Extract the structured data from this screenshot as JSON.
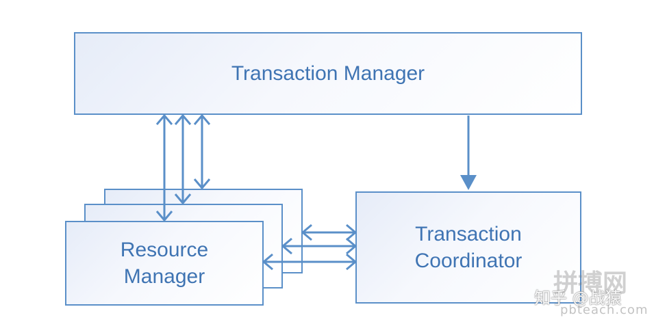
{
  "diagram": {
    "transaction_manager": "Transaction Manager",
    "resource_manager": "Resource\nManager",
    "transaction_coordinator": "Transaction\nCoordinator"
  },
  "watermark": {
    "site_logo": "拼搏网",
    "author": "知乎 @战猿",
    "url": "pbteach.com"
  },
  "colors": {
    "line": "#5a8fc8",
    "text": "#3f74b3"
  }
}
